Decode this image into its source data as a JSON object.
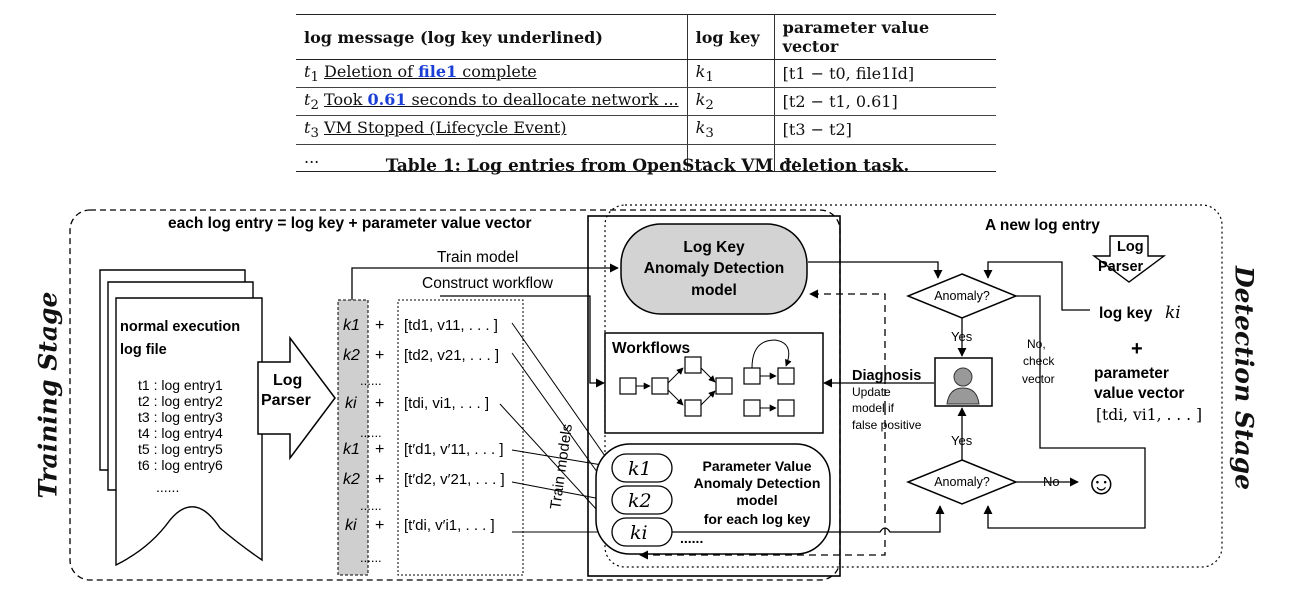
{
  "table": {
    "headers": [
      "log message (log key underlined)",
      "log key",
      "parameter value vector"
    ],
    "rows": [
      {
        "t": "t",
        "ts": "1",
        "pre": "Deletion of ",
        "hl": "file1",
        "post": " complete",
        "key": "k",
        "ks": "1",
        "vec": "[t1 − t0, file1Id]"
      },
      {
        "t": "t",
        "ts": "2",
        "pre": "Took ",
        "hl": "0.61",
        "post": " seconds to deallocate network ...",
        "key": "k",
        "ks": "2",
        "vec": "[t2 − t1, 0.61]"
      },
      {
        "t": "t",
        "ts": "3",
        "pre": "VM Stopped (Lifecycle Event)",
        "hl": "",
        "post": "",
        "key": "k",
        "ks": "3",
        "vec": "[t3 − t2]"
      },
      {
        "t": "...",
        "ts": "",
        "pre": "",
        "hl": "",
        "post": "",
        "key": "...",
        "ks": "",
        "vec": "..."
      }
    ],
    "caption": "Table 1: Log entries from OpenStack VM deletion task."
  },
  "diagram": {
    "header": "each log entry = log key + parameter value vector",
    "training_stage": "Training Stage",
    "detection_stage": "Detection Stage",
    "normal_log_1": "normal execution",
    "normal_log_2": "log file",
    "log_entries": [
      "t1 : log entry1",
      "t2 : log entry2",
      "t3 : log entry3",
      "t4 : log entry4",
      "t5 : log entry5",
      "t6 : log entry6"
    ],
    "log_entries_more": "......",
    "parser_line1": "Log",
    "parser_line2": "Parser",
    "keys": [
      "k1",
      "k2",
      "ki",
      "k1",
      "k2",
      "ki"
    ],
    "vectors": [
      "[td1, v11, . . . ]",
      "[td2, v21, . . . ]",
      "[tdi, vi1, . . . ]",
      "[t′d1, v′11, . . . ]",
      "[t′d2, v′21, . . . ]",
      "[t′di, v′i1, . . . ]"
    ],
    "plus": "+",
    "dots_mid": "......",
    "train_model": "Train model",
    "construct_workflow": "Construct workflow",
    "train_models": "Train models",
    "lk_model": [
      "Log Key",
      "Anomaly Detection",
      "model"
    ],
    "workflows": "Workflows",
    "pv_model": [
      "Parameter Value",
      "Anomaly Detection",
      "model",
      "for each log key"
    ],
    "pv_keys": [
      "k1",
      "k2",
      "ki"
    ],
    "pv_more": "......",
    "new_entry": "A new log entry",
    "anomaly_q": "Anomaly?",
    "yes": "Yes",
    "no_check": [
      "No,",
      "check",
      "vector"
    ],
    "log_key_ki": "log key",
    "ki_symbol": "ki",
    "plus_big": "+",
    "param_vec": [
      "parameter",
      "value vector"
    ],
    "param_vec_math": "[tdi, vi1, . . . ]",
    "diagnosis": "Diagnosis",
    "update": [
      "Update",
      "model if",
      "false positive"
    ],
    "no": "No",
    "smiley": "☺"
  },
  "colors": {
    "highlight": "#1a3fd6",
    "model_fill": "#d3d3d3",
    "key_column": "#cfcfcf"
  }
}
